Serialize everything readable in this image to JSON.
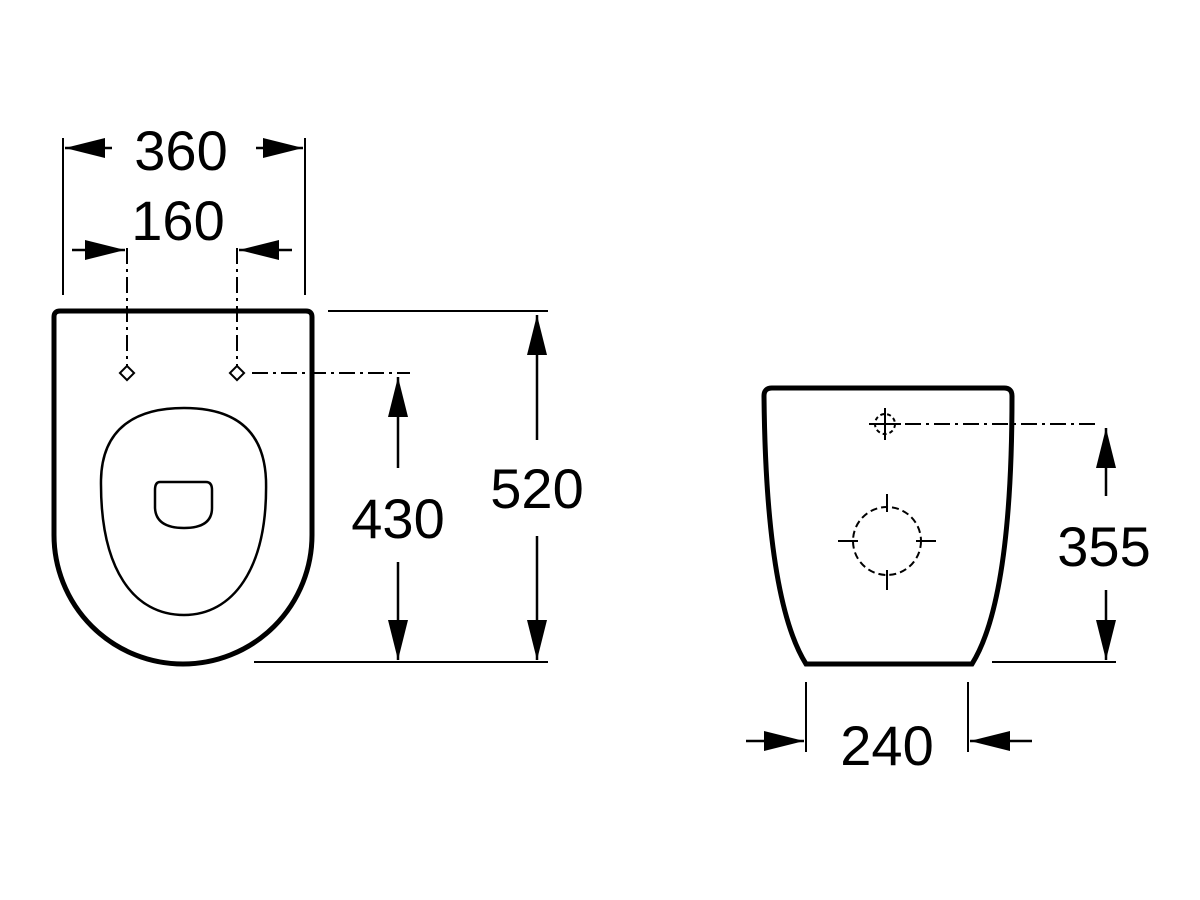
{
  "colors": {
    "line": "#000000",
    "background": "#ffffff"
  },
  "top_view": {
    "dimensions": {
      "overall_width": "360",
      "fixing_centres": "160",
      "overall_length": "520",
      "fixing_to_front": "430"
    }
  },
  "rear_view": {
    "dimensions": {
      "outlet_height": "355",
      "base_width": "240"
    }
  }
}
